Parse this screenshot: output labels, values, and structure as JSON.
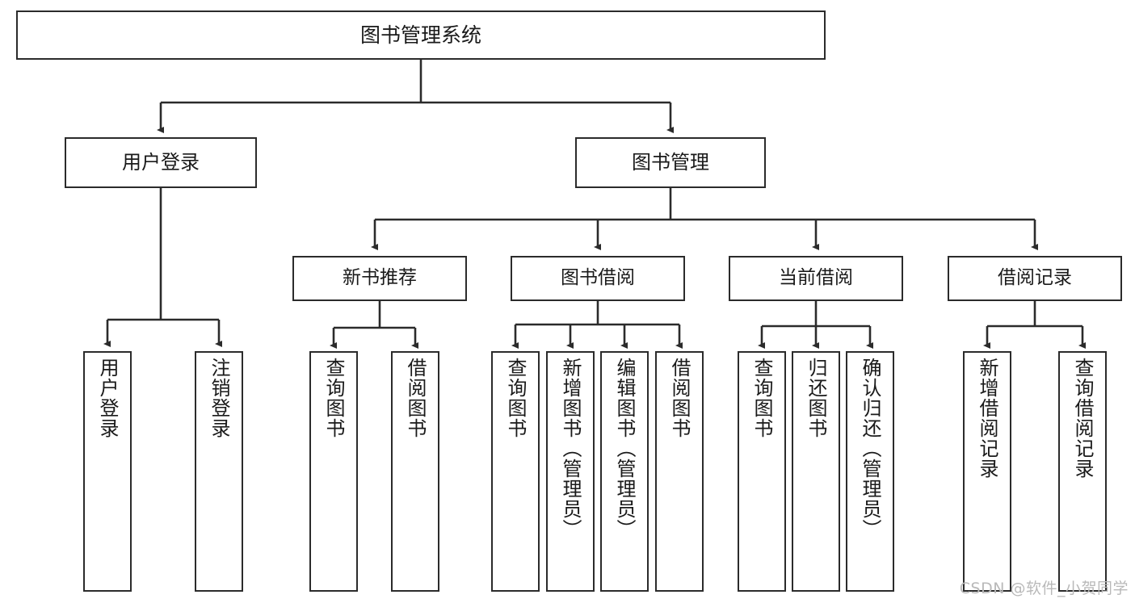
{
  "diagram": {
    "title": "图书管理系统",
    "type": "tree-hierarchy-diagram",
    "watermark": "CSDN @软件_小贺同学",
    "colors": {
      "border": "#2b2b2b",
      "fill": "#ffffff",
      "text": "#1a1a1a",
      "edge": "#2b2b2b",
      "watermark": "#b9b9b9"
    },
    "root": {
      "label": "图书管理系统"
    },
    "level1": [
      {
        "label": "用户登录"
      },
      {
        "label": "图书管理"
      }
    ],
    "level2": [
      {
        "label": "新书推荐"
      },
      {
        "label": "图书借阅"
      },
      {
        "label": "当前借阅"
      },
      {
        "label": "借阅记录"
      }
    ],
    "leaves": {
      "user_login": [
        {
          "label": "用户登录"
        },
        {
          "label": "注销登录"
        }
      ],
      "new_book_recommend": [
        {
          "label": "查询图书"
        },
        {
          "label": "借阅图书"
        }
      ],
      "book_borrow": [
        {
          "label": "查询图书"
        },
        {
          "label": "新增图书（管理员）"
        },
        {
          "label": "编辑图书（管理员）"
        },
        {
          "label": "借阅图书"
        }
      ],
      "current_borrow": [
        {
          "label": "查询图书"
        },
        {
          "label": "归还图书"
        },
        {
          "label": "确认归还（管理员）"
        }
      ],
      "borrow_record": [
        {
          "label": "新增借阅记录"
        },
        {
          "label": "查询借阅记录"
        }
      ]
    }
  }
}
